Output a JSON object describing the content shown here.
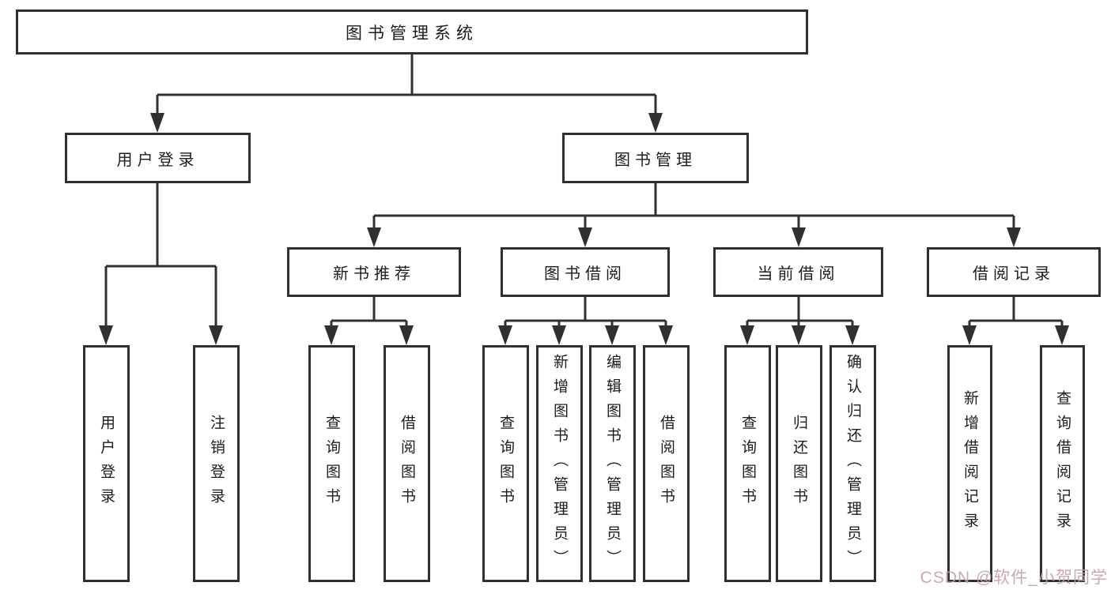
{
  "tree": {
    "root": {
      "label": "图书管理系统"
    },
    "branches": [
      {
        "label": "用户登录",
        "children": [
          {
            "label": "用户登录"
          },
          {
            "label": "注销登录"
          }
        ]
      },
      {
        "label": "图书管理",
        "groups": [
          {
            "label": "新书推荐",
            "children": [
              {
                "label": "查询图书"
              },
              {
                "label": "借阅图书"
              }
            ]
          },
          {
            "label": "图书借阅",
            "children": [
              {
                "label": "查询图书"
              },
              {
                "label": "新增图书（管理员）"
              },
              {
                "label": "编辑图书（管理员）"
              },
              {
                "label": "借阅图书"
              }
            ]
          },
          {
            "label": "当前借阅",
            "children": [
              {
                "label": "查询图书"
              },
              {
                "label": "归还图书"
              },
              {
                "label": "确认归还（管理员）"
              }
            ]
          },
          {
            "label": "借阅记录",
            "children": [
              {
                "label": "新增借阅记录"
              },
              {
                "label": "查询借阅记录"
              }
            ]
          }
        ]
      }
    ]
  },
  "watermark": {
    "text": "CSDN @软件_小贺同学",
    "color": "#c79fa6"
  },
  "colors": {
    "line": "#303030",
    "text": "#1c1c1c",
    "background": "#ffffff"
  }
}
